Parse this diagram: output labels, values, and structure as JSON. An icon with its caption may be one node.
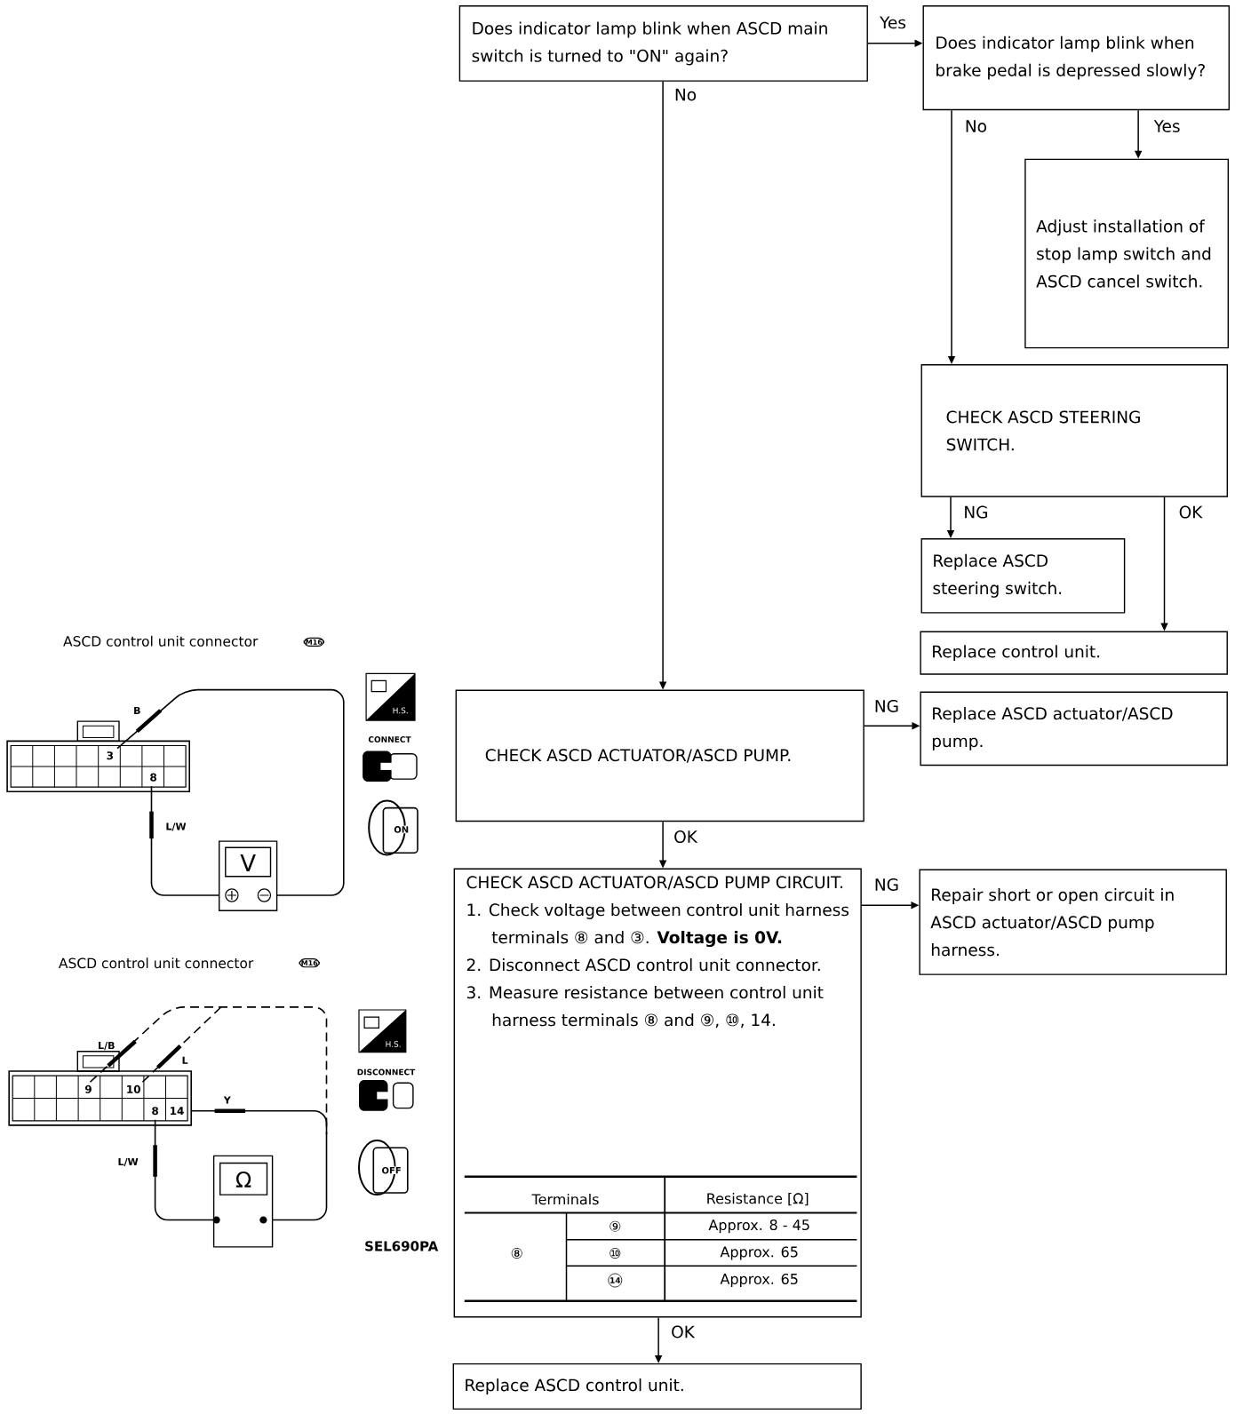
{
  "diagram": {
    "nodes": [
      {
        "text": [
          "Does indicator lamp blink when ASCD main switch is turned to \"ON\" again?"
        ]
      },
      {
        "text": [
          "Does indicator lamp blink when brake pedal is depressed slowly?"
        ]
      },
      {
        "text": [
          "Adjust installation of stop lamp switch and ASCD cancel switch."
        ]
      },
      {
        "text": [
          "CHECK ASCD STEERING SWITCH."
        ]
      },
      {
        "text": [
          "Replace ASCD steering switch."
        ]
      },
      {
        "text": [
          "Replace control unit."
        ]
      },
      {
        "text": [
          "CHECK ASCD ACTUATOR/ASCD PUMP."
        ]
      },
      {
        "text": [
          "Replace ASCD actuator/ASCD pump."
        ]
      },
      {
        "text": [
          "CHECK ASCD ACTUATOR/ASCD PUMP CIRCUIT.",
          "1. Check voltage between control unit harness terminals ⑧ and ③. **Voltage is 0V.**",
          "2. Disconnect ASCD control unit connector.",
          "3. Measure resistance between control unit harness terminals ⑧ and ⑨, ⑩, 14."
        ]
      },
      {
        "text": [
          "Repair short or open circuit in ASCD actuator/ASCD pump harness."
        ]
      },
      {
        "text": [
          "Replace ASCD control unit."
        ]
      }
    ],
    "edges": [
      {
        "from": 0,
        "to": 1,
        "arrow": "to",
        "label": "Yes"
      },
      {
        "from": 0,
        "to": 6,
        "arrow": "to",
        "label": "No"
      },
      {
        "from": 1,
        "to": 3,
        "arrow": "to",
        "label": "No"
      },
      {
        "from": 1,
        "to": 2,
        "arrow": "to",
        "label": "Yes"
      },
      {
        "from": 3,
        "to": 4,
        "arrow": "to",
        "label": "NG"
      },
      {
        "from": 3,
        "to": 5,
        "arrow": "to",
        "label": "OK"
      },
      {
        "from": 6,
        "to": 7,
        "arrow": "to",
        "label": "NG"
      },
      {
        "from": 6,
        "to": 8,
        "arrow": "to",
        "label": "OK"
      },
      {
        "from": 8,
        "to": 9,
        "arrow": "to",
        "label": "NG"
      },
      {
        "from": 8,
        "to": 10,
        "arrow": "to",
        "label": "OK"
      }
    ],
    "labels": [
      "ASCD control unit connector",
      "M16",
      "B",
      "3",
      "8",
      "L/W",
      "V",
      "H.S.",
      "CONNECT",
      "ON",
      "ASCD control unit connector",
      "M16",
      "L/B",
      "L",
      "9",
      "10",
      "8",
      "14",
      "Y",
      "L/W",
      "Ω",
      "H.S.",
      "DISCONNECT",
      "OFF",
      "SEL690PA",
      "Terminals",
      "Resistance [Ω]",
      "⑧",
      "⑨",
      "Approx. 8 - 45",
      "⑩",
      "Approx. 65",
      "14",
      "Approx. 65"
    ]
  }
}
